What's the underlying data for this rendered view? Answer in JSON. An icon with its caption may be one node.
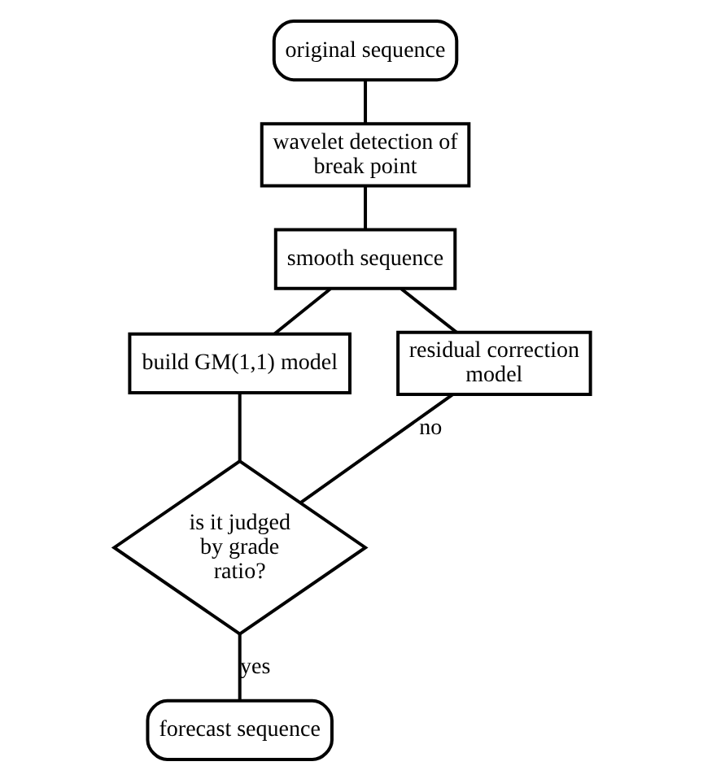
{
  "diagram": {
    "nodes": [
      {
        "text": [
          "original sequence"
        ]
      },
      {
        "text": [
          "wavelet detection of break point"
        ]
      },
      {
        "text": [
          "smooth sequence"
        ]
      },
      {
        "text": [
          "build GM(1,1) model"
        ]
      },
      {
        "text": [
          "residual correction model"
        ]
      },
      {
        "text": [
          "is it judged by grade ratio?"
        ]
      },
      {
        "text": [
          "forecast sequence"
        ]
      }
    ],
    "edges": [
      {
        "from": 0,
        "to": 1,
        "arrow": "none"
      },
      {
        "from": 1,
        "to": 2,
        "arrow": "none"
      },
      {
        "from": 2,
        "to": 3,
        "arrow": "none"
      },
      {
        "from": 2,
        "to": 4,
        "arrow": "none"
      },
      {
        "from": 3,
        "to": 5,
        "arrow": "none"
      },
      {
        "from": 5,
        "to": 4,
        "arrow": "none",
        "label": "no"
      },
      {
        "from": 5,
        "to": 6,
        "arrow": "none",
        "label": "yes"
      }
    ]
  }
}
